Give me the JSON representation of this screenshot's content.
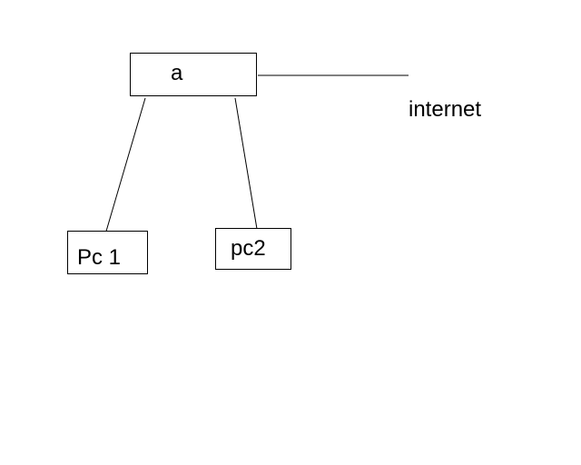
{
  "diagram": {
    "nodes": {
      "router": {
        "label": "a"
      },
      "pc1": {
        "label": "Pc 1"
      },
      "pc2": {
        "label": "pc2"
      },
      "internet": {
        "label": "internet"
      }
    }
  }
}
